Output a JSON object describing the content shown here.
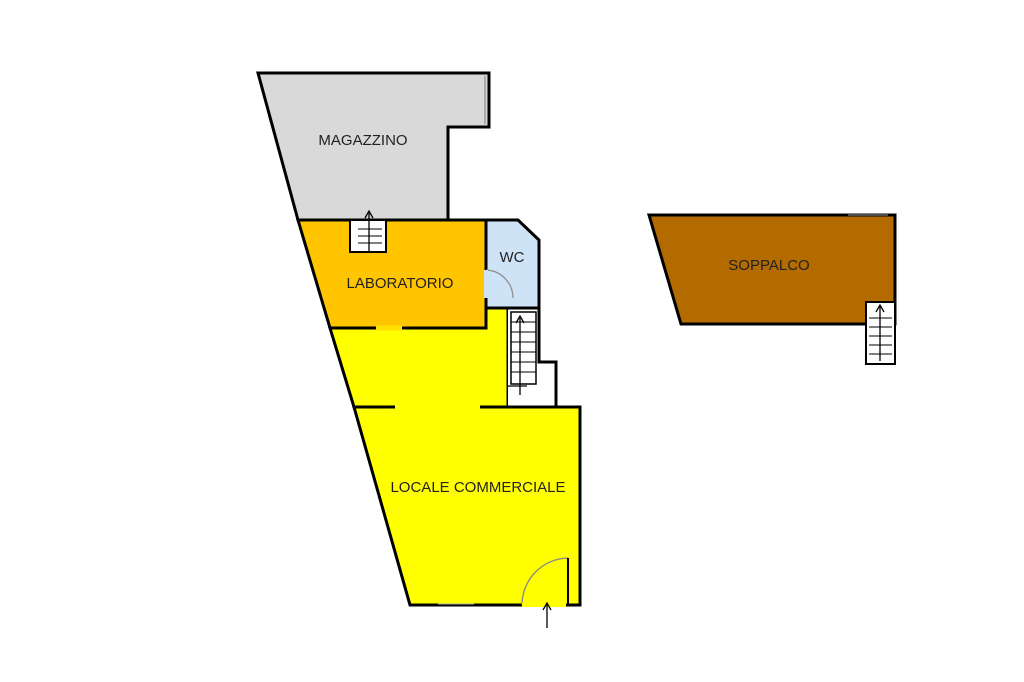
{
  "rooms": {
    "magazzino": {
      "label": "MAGAZZINO",
      "color": "#d9d9d9"
    },
    "laboratorio": {
      "label": "LABORATORIO",
      "color": "#ffc600"
    },
    "wc": {
      "label": "WC",
      "color": "#cfe3f7"
    },
    "locale_commerciale": {
      "label": "LOCALE COMMERCIALE",
      "color": "#ffff00"
    },
    "soppalco": {
      "label": "SOPPALCO",
      "color": "#b36b00"
    }
  },
  "colors": {
    "wall": "#000000",
    "background": "#ffffff"
  }
}
